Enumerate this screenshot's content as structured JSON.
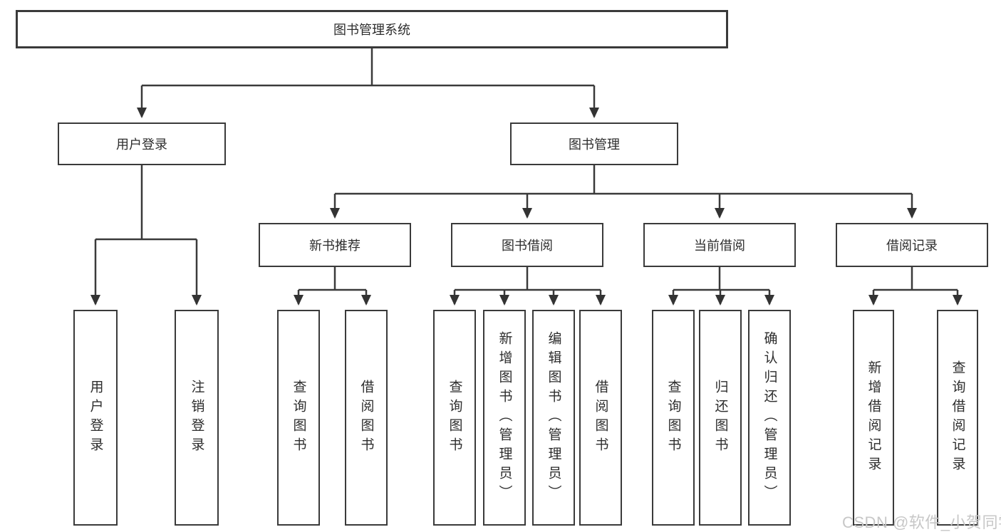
{
  "tree": {
    "label": "图书管理系统",
    "children": [
      {
        "label": "用户登录",
        "children": [
          {
            "label": "用户登录"
          },
          {
            "label": "注销登录"
          }
        ]
      },
      {
        "label": "图书管理",
        "children": [
          {
            "label": "新书推荐",
            "children": [
              {
                "label": "查询图书"
              },
              {
                "label": "借阅图书"
              }
            ]
          },
          {
            "label": "图书借阅",
            "children": [
              {
                "label": "查询图书"
              },
              {
                "label": "新增图书（管理员）"
              },
              {
                "label": "编辑图书（管理员）"
              },
              {
                "label": "借阅图书"
              }
            ]
          },
          {
            "label": "当前借阅",
            "children": [
              {
                "label": "查询图书"
              },
              {
                "label": "归还图书"
              },
              {
                "label": "确认归还（管理员）"
              }
            ]
          },
          {
            "label": "借阅记录",
            "children": [
              {
                "label": "新增借阅记录"
              },
              {
                "label": "查询借阅记录"
              }
            ]
          }
        ]
      }
    ]
  },
  "watermark": "CSDN @软件_小贺同学",
  "colors": {
    "line": "#3a3a3a",
    "text": "#2d2d2d",
    "watermark": "#c7c7c7",
    "background": "#ffffff"
  }
}
